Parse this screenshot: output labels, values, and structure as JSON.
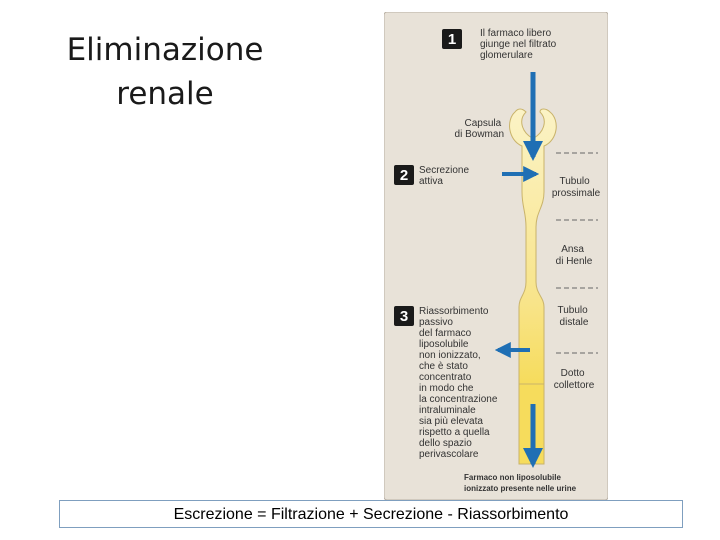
{
  "slide": {
    "title_line1": "Eliminazione",
    "title_line2": "renale"
  },
  "figure": {
    "background_color": "#e8e2d8",
    "arrow_color": "#1f6fb4",
    "tubule_color": "#f7eaa6",
    "step1": {
      "number": "1",
      "lines": [
        "Il farmaco libero",
        "giunge nel filtrato",
        "glomerulare"
      ]
    },
    "capsule_label": [
      "Capsula",
      "di Bowman"
    ],
    "step2": {
      "number": "2",
      "lines": [
        "Secrezione",
        "attiva"
      ]
    },
    "tubulo_prossimale": [
      "Tubulo",
      "prossimale"
    ],
    "ansa_henle": [
      "Ansa",
      "di Henle"
    ],
    "step3": {
      "number": "3",
      "lines": [
        "Riassorbimento",
        "passivo",
        "del farmaco",
        "liposolubile",
        "non ionizzato,",
        "che è stato",
        "concentrato",
        "in modo che",
        "la concentrazione",
        "intraluminale",
        "sia più elevata",
        "rispetto a quella",
        "dello spazio",
        "perivascolare"
      ]
    },
    "tubulo_distale": [
      "Tubulo",
      "distale"
    ],
    "dotto_collettore": [
      "Dotto",
      "collettore"
    ],
    "bottom_note": [
      "Farmaco non liposolubile",
      "ionizzato presente nelle urine"
    ]
  },
  "formula": {
    "text": "Escrezione = Filtrazione + Secrezione - Riassorbimento"
  }
}
